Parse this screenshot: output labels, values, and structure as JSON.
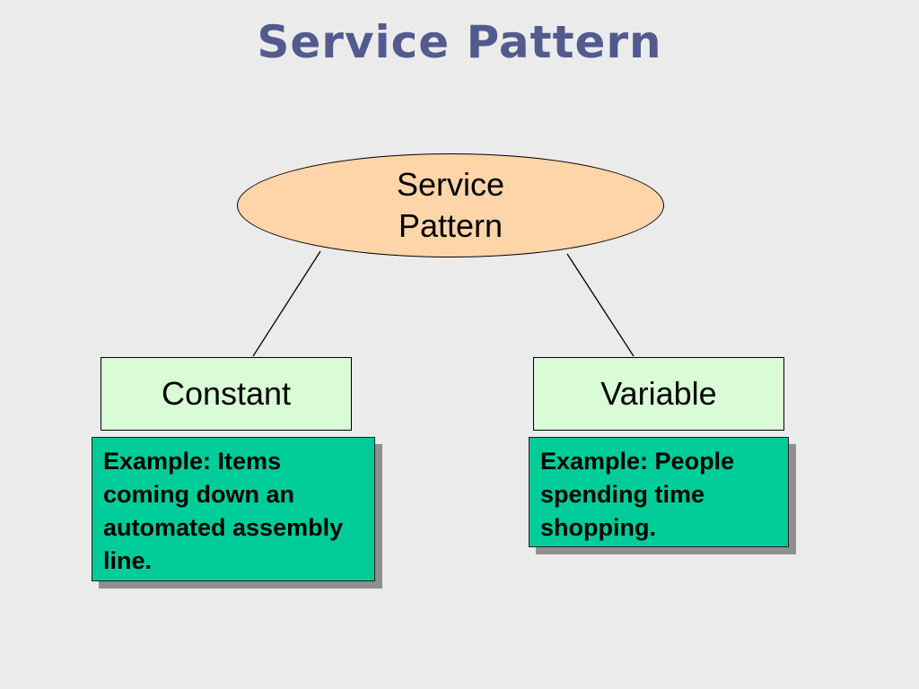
{
  "title": "Service Pattern",
  "root": {
    "label": "Service\nPattern",
    "color": "#fdd5a9"
  },
  "branches": [
    {
      "label": "Constant",
      "example": "Example: Items coming down an automated assembly line."
    },
    {
      "label": "Variable",
      "example": "Example: People spending time shopping."
    }
  ],
  "colors": {
    "title": "#525a8e",
    "background": "#ebebeb",
    "branch_fill": "#d9fbd6",
    "example_fill": "#00cc99"
  }
}
